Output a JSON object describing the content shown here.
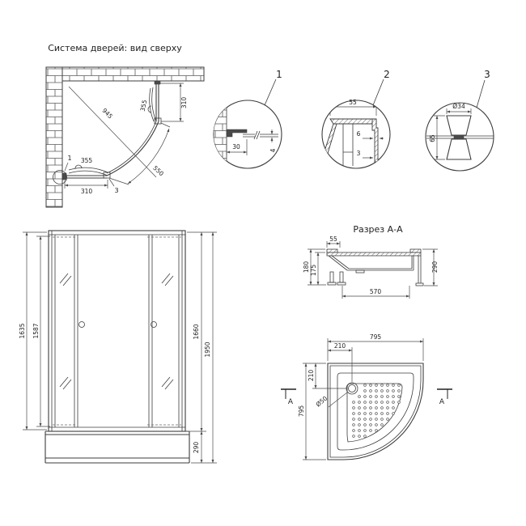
{
  "page": {
    "background": "#ffffff",
    "line_color": "#3d3d3d"
  },
  "top_view": {
    "title": "Система дверей: вид сверху",
    "dim_diagonal": "945",
    "dim_door_upper": "355",
    "dim_side_upper": "310",
    "dim_door_lower": "355",
    "dim_side_lower": "310",
    "dim_front_arc": "550",
    "callout_wall_profile": "1",
    "callout_roller": "3"
  },
  "detail_1": {
    "label": "1",
    "dim_depth": "30",
    "dim_glass": "4"
  },
  "detail_2": {
    "label": "2",
    "dim_rim": "55",
    "dim_upper": "6",
    "dim_lower": "3"
  },
  "detail_3": {
    "label": "3",
    "dim_diameter": "Ø34",
    "dim_height": "65"
  },
  "elevation": {
    "dim_glass_outer": "1635",
    "dim_glass_inner": "1587",
    "dim_door_height": "1660",
    "dim_total_height": "1950",
    "dim_tray_height": "290"
  },
  "section": {
    "title": "Разрез А-А",
    "dim_rim_width": "55",
    "dim_depth_outer": "180",
    "dim_depth_inner": "175",
    "dim_height": "290",
    "dim_leg_span": "570"
  },
  "tray_plan": {
    "dim_width": "795",
    "dim_drain_x": "210",
    "dim_drain_y": "210",
    "dim_depth": "795",
    "dim_drain": "Ø50",
    "marker_left": "A",
    "marker_right": "A"
  }
}
